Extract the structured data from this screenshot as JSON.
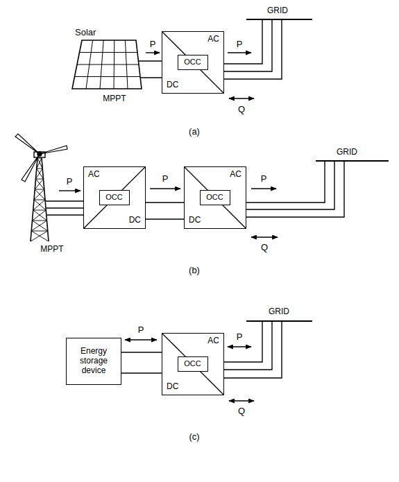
{
  "diagram": {
    "nodes": [
      {
        "text": [
          "Solar"
        ]
      },
      {
        "text": [
          "AC",
          "DC"
        ]
      },
      {
        "text": [
          "OCC"
        ],
        "in": 1
      },
      {
        "text": [
          "AC",
          "DC"
        ]
      },
      {
        "text": [
          "OCC"
        ],
        "in": 3
      },
      {
        "text": [
          "AC",
          "DC"
        ]
      },
      {
        "text": [
          "OCC"
        ],
        "in": 5
      },
      {
        "text": [
          "Energy storage device"
        ]
      },
      {
        "text": [
          "AC",
          "DC"
        ]
      },
      {
        "text": [
          "OCC"
        ],
        "in": 8
      }
    ],
    "edges": [
      {
        "from": 0,
        "to": 1,
        "arrow": "none"
      },
      {
        "from": 3,
        "to": 5,
        "arrow": "none"
      },
      {
        "from": 7,
        "to": 8,
        "arrow": "none"
      }
    ],
    "labels": [
      "GRID",
      "P",
      "P",
      "MPPT",
      "Q",
      "(a)",
      "GRID",
      "P",
      "P",
      "P",
      "MPPT",
      "Q",
      "(b)",
      "GRID",
      "P",
      "P",
      "Q",
      "(c)"
    ]
  }
}
